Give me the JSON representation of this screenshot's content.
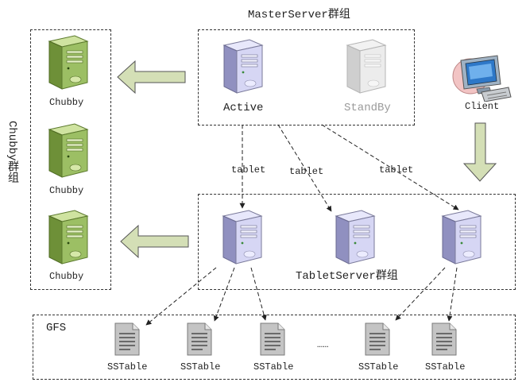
{
  "master_group": {
    "title": "MasterServer群组",
    "active_label": "Active",
    "standby_label": "StandBy"
  },
  "client": {
    "label": "Client"
  },
  "chubby_group": {
    "title": "Chubby群组",
    "nodes": [
      "Chubby",
      "Chubby",
      "Chubby"
    ]
  },
  "tablet_group": {
    "title": "TabletServer群组",
    "link_labels": [
      "tablet",
      "tablet",
      "tablet"
    ]
  },
  "gfs": {
    "title": "GFS",
    "ellipsis": "……",
    "files": [
      "SSTable",
      "SSTable",
      "SSTable",
      "SSTable",
      "SSTable"
    ]
  },
  "colors": {
    "chubby_green": "#8fb35a",
    "server_lavender": "#c9c9ef",
    "standby_gray": "#d8d8d8",
    "arrow_fill": "#d4dfb6",
    "document_gray": "#9a9a9a"
  },
  "icons": [
    "server-icon",
    "chubby-server-icon",
    "client-computer-icon",
    "document-icon"
  ]
}
